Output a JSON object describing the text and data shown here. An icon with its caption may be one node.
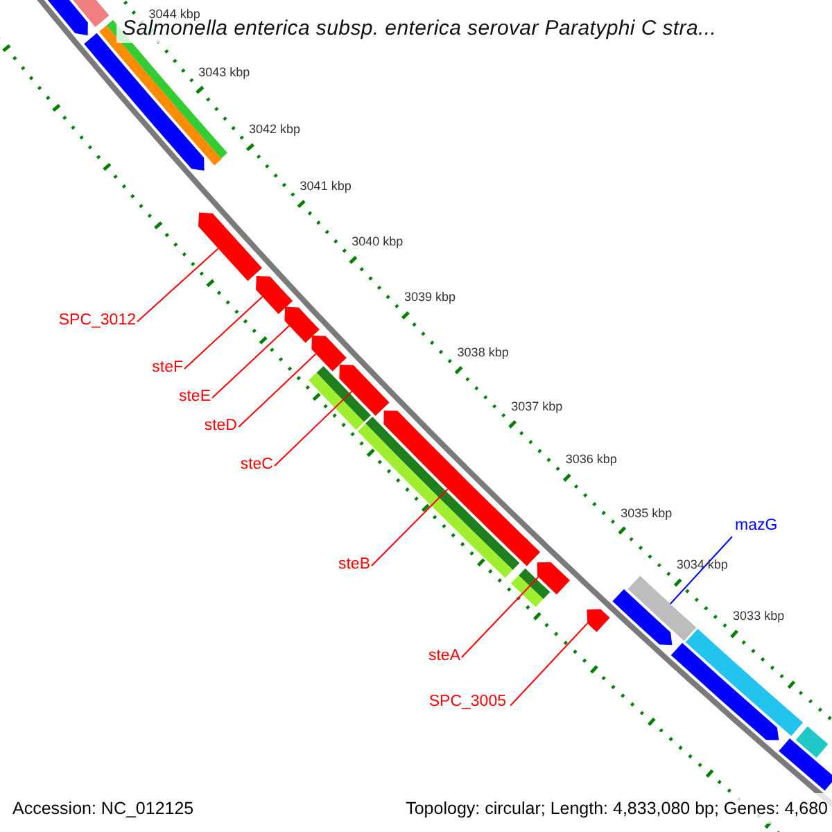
{
  "diagram": {
    "title": "Salmonella enterica subsp. enterica serovar Paratyphi C stra...",
    "nodes": [
      {
        "text": [
          "SPC_3012"
        ]
      },
      {
        "text": [
          "steF"
        ]
      },
      {
        "text": [
          "steE"
        ]
      },
      {
        "text": [
          "steD"
        ]
      },
      {
        "text": [
          "steC"
        ]
      },
      {
        "text": [
          "steB"
        ]
      },
      {
        "text": [
          "steA"
        ]
      },
      {
        "text": [
          "SPC_3005"
        ]
      },
      {
        "text": [
          "mazG"
        ]
      },
      {
        "text": [],
        "shape": "bar"
      },
      {
        "text": [],
        "shape": "bar"
      },
      {
        "text": [],
        "shape": "bar"
      },
      {
        "text": [],
        "shape": "bar"
      },
      {
        "text": [],
        "shape": "bar"
      },
      {
        "text": [],
        "shape": "bar"
      },
      {
        "text": [],
        "shape": "bar"
      },
      {
        "text": [],
        "shape": "bar"
      },
      {
        "text": [],
        "shape": "bar"
      },
      {
        "text": [],
        "shape": "bar"
      },
      {
        "text": [],
        "shape": "bar"
      },
      {
        "text": [],
        "shape": "bar"
      },
      {
        "text": [],
        "shape": "bar"
      },
      {
        "text": [],
        "shape": "bar"
      },
      {
        "text": [],
        "shape": "bar"
      },
      {
        "text": [],
        "shape": "bar"
      },
      {
        "text": [],
        "shape": "bar"
      },
      {
        "text": [],
        "shape": "bar"
      },
      {
        "text": [],
        "shape": "bar"
      },
      {
        "text": [],
        "shape": "bar"
      },
      {
        "text": [],
        "shape": "bar"
      },
      {
        "text": [],
        "shape": "bar"
      },
      {
        "text": [],
        "shape": "bar"
      },
      {
        "text": [],
        "shape": "bar"
      },
      {
        "text": [],
        "shape": "bar"
      }
    ],
    "edges": [
      {
        "from": 0,
        "to": 9,
        "arrow": "none"
      },
      {
        "from": 1,
        "to": 10,
        "arrow": "none"
      },
      {
        "from": 2,
        "to": 11,
        "arrow": "none"
      },
      {
        "from": 3,
        "to": 12,
        "arrow": "none"
      },
      {
        "from": 4,
        "to": 13,
        "arrow": "none"
      },
      {
        "from": 5,
        "to": 14,
        "arrow": "none"
      },
      {
        "from": 6,
        "to": 15,
        "arrow": "none"
      },
      {
        "from": 7,
        "to": 16,
        "arrow": "none"
      },
      {
        "from": 8,
        "to": 17,
        "arrow": "none",
        "color": "#0000ff"
      }
    ],
    "labels": [
      "3044 kbp",
      "3043 kbp",
      "3042 kbp",
      "3041 kbp",
      "3040 kbp",
      "3039 kbp",
      "3038 kbp",
      "3037 kbp",
      "3036 kbp",
      "3035 kbp",
      "3034 kbp",
      "3033 kbp",
      "Accession: NC_012125",
      "Topology: circular; Length: 4,833,080 bp; Genes: 4,680"
    ]
  }
}
